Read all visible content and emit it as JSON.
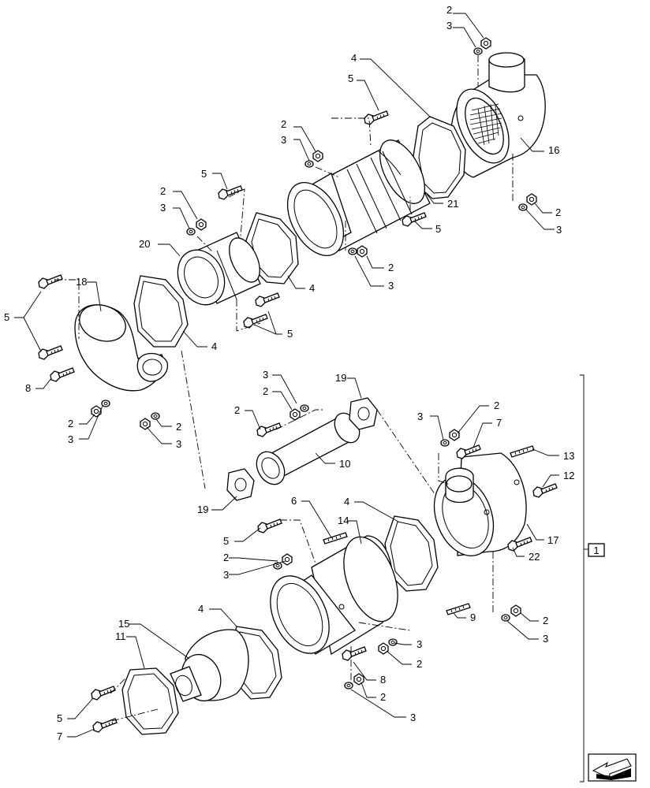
{
  "callouts": [
    "2",
    "3",
    "4",
    "5",
    "2",
    "3",
    "16",
    "21",
    "5",
    "2",
    "3",
    "5",
    "2",
    "3",
    "20",
    "4",
    "2",
    "3",
    "18",
    "5",
    "8",
    "4",
    "5",
    "2",
    "3",
    "2",
    "3",
    "3",
    "2",
    "19",
    "2",
    "19",
    "10",
    "3",
    "2",
    "7",
    "13",
    "12",
    "17",
    "22",
    "6",
    "5",
    "14",
    "4",
    "2",
    "3",
    "4",
    "9",
    "2",
    "3",
    "3",
    "2",
    "15",
    "11",
    "8",
    "2",
    "3",
    "5",
    "7",
    "1"
  ],
  "group_bracket": {
    "label": "1"
  },
  "nav_icon": "next-page-arrow-icon"
}
